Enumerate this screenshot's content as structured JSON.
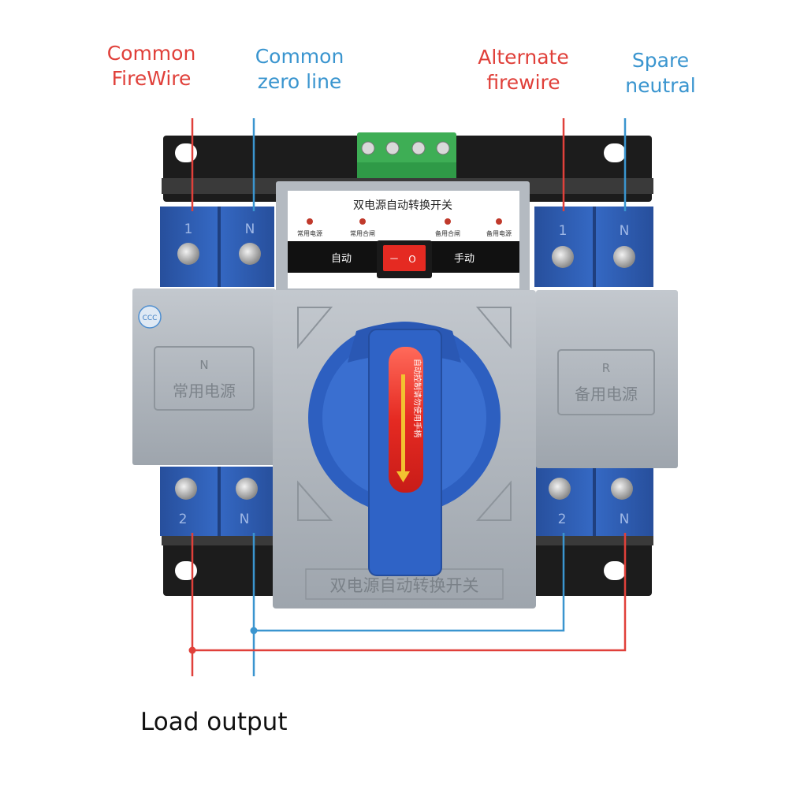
{
  "labels": {
    "common_firewire": [
      "Common",
      "FireWire"
    ],
    "common_zero_line": [
      "Common",
      "zero line"
    ],
    "alternate_firewire": [
      "Alternate",
      "firewire"
    ],
    "spare_neutral": [
      "Spare",
      "neutral"
    ],
    "load_output": "Load output"
  },
  "device": {
    "panel_title": "双电源自动转换开关",
    "indicators": [
      "常用电源",
      "常用合闸",
      "备用合闸",
      "备用电源"
    ],
    "mode_auto": "自动",
    "mode_manual": "手动",
    "rocker_off": "－",
    "rocker_on": "O",
    "cert_mark": "CCC",
    "left_module": {
      "letter": "N",
      "text": "常用电源"
    },
    "right_module": {
      "letter": "R",
      "text": "备用电源"
    },
    "handle_text": "自动控制请勿使用手柄",
    "bottom_text": "双电源自动转换开关",
    "terminals_top": [
      "1",
      "N",
      "1",
      "N"
    ],
    "terminals_bottom": [
      "2",
      "N",
      "2",
      "N"
    ]
  },
  "colors": {
    "fire_wire": "#e0403a",
    "neutral_wire": "#3a95cf",
    "terminal_blue": "#2f61b8",
    "housing_gray": "#a9b0b8"
  }
}
